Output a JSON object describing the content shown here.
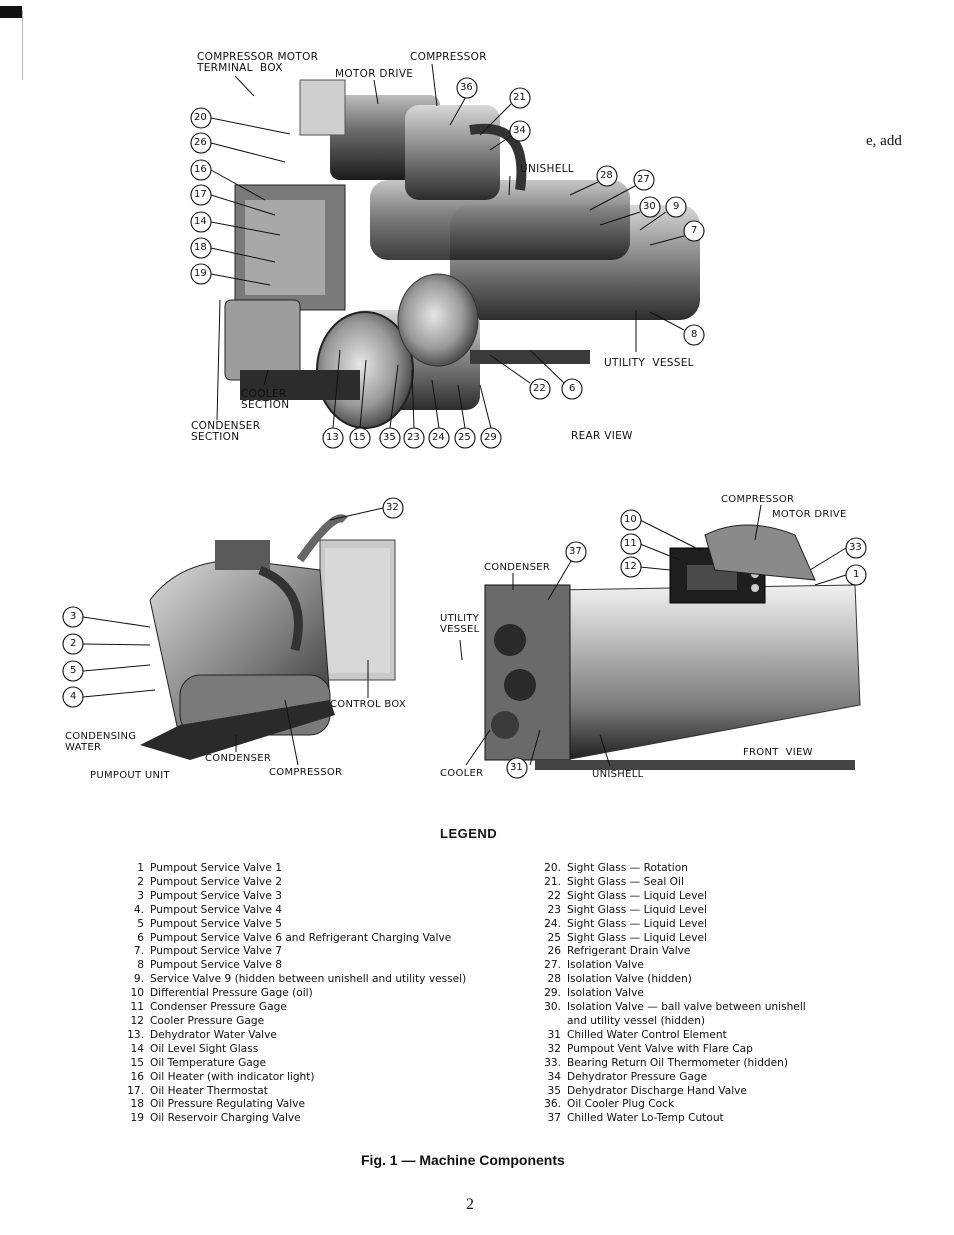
{
  "figure_1": {
    "labels": {
      "compressor_motor_terminal_box": "COMPRESSOR MOTOR\nTERMINAL  BOX",
      "compressor": "COMPRESSOR",
      "motor_drive": "MOTOR DRIVE",
      "unishell": "UNISHELL",
      "utility_vessel": "UTILITY  VESSEL",
      "cooler_section": "COOLER\nSECTION",
      "condenser_section": "CONDENSER\nSECTION",
      "rear_view": "REAR VIEW"
    },
    "callouts": [
      "20",
      "26",
      "16",
      "17",
      "14",
      "18",
      "19",
      "36",
      "21",
      "34",
      "28",
      "27",
      "30",
      "9",
      "7",
      "8",
      "22",
      "6",
      "13",
      "15",
      "35",
      "23",
      "24",
      "25",
      "29"
    ]
  },
  "figure_2": {
    "labels": {
      "condensing_water": "CONDENSING\nWATER",
      "condenser": "CONDENSER",
      "pumpout_unit": "PUMPOUT UNIT",
      "compressor": "COMPRESSOR",
      "control_box": "CONTROL BOX"
    },
    "callouts": [
      "32",
      "3",
      "2",
      "5",
      "4"
    ]
  },
  "figure_3": {
    "labels": {
      "compressor": "COMPRESSOR",
      "motor_drive": "MOTOR DRIVE",
      "condenser": "CONDENSER",
      "utility_vessel": "UTILITY\nVESSEL",
      "cooler": "COOLER",
      "unishell": "UNISHELL",
      "front_view": "FRONT  VIEW"
    },
    "callouts": [
      "10",
      "11",
      "12",
      "37",
      "33",
      "1",
      "31"
    ]
  },
  "legend": {
    "title": "LEGEND",
    "left": [
      {
        "num": "1",
        "text": "Pumpout Service Valve 1"
      },
      {
        "num": "2",
        "text": "Pumpout Service Valve 2"
      },
      {
        "num": "3",
        "text": "Pumpout Service Valve 3"
      },
      {
        "num": "4.",
        "text": "Pumpout Service Valve 4"
      },
      {
        "num": "5",
        "text": "Pumpout Service Valve 5"
      },
      {
        "num": "6",
        "text": "Pumpout Service Valve 6 and Refrigerant Charging Valve"
      },
      {
        "num": "7.",
        "text": "Pumpout Service Valve 7"
      },
      {
        "num": "8",
        "text": "Pumpout Service Valve 8"
      },
      {
        "num": "9.",
        "text": "Service Valve 9 (hidden between unishell and utility vessel)"
      },
      {
        "num": "10",
        "text": "Differential Pressure Gage (oil)"
      },
      {
        "num": "11",
        "text": "Condenser Pressure Gage"
      },
      {
        "num": "12",
        "text": "Cooler Pressure Gage"
      },
      {
        "num": "13.",
        "text": "Dehydrator Water Valve"
      },
      {
        "num": "14",
        "text": "Oil Level Sight Glass"
      },
      {
        "num": "15",
        "text": "Oil Temperature Gage"
      },
      {
        "num": "16",
        "text": "Oil Heater (with indicator light)"
      },
      {
        "num": "17.",
        "text": "Oil Heater Thermostat"
      },
      {
        "num": "18",
        "text": "Oil Pressure Regulating Valve"
      },
      {
        "num": "19",
        "text": "Oil Reservoir Charging Valve"
      }
    ],
    "right": [
      {
        "num": "20.",
        "text": "Sight Glass — Rotation"
      },
      {
        "num": "21.",
        "text": "Sight Glass — Seal Oil"
      },
      {
        "num": "22",
        "text": "Sight Glass — Liquid Level"
      },
      {
        "num": "23",
        "text": "Sight Glass — Liquid Level"
      },
      {
        "num": "24.",
        "text": "Sight Glass — Liquid Level"
      },
      {
        "num": "25",
        "text": "Sight Glass — Liquid Level"
      },
      {
        "num": "26",
        "text": "Refrigerant Drain Valve"
      },
      {
        "num": "27.",
        "text": "Isolation Valve"
      },
      {
        "num": "28",
        "text": "Isolation Valve (hidden)"
      },
      {
        "num": "29.",
        "text": "Isolation Valve"
      },
      {
        "num": "30.",
        "text": "Isolation Valve — ball valve between unishell and utility vessel (hidden)"
      },
      {
        "num": "31",
        "text": "Chilled Water Control Element"
      },
      {
        "num": "32",
        "text": "Pumpout Vent Valve with Flare Cap"
      },
      {
        "num": "33.",
        "text": "Bearing Return Oil Thermometer (hidden)"
      },
      {
        "num": "34",
        "text": "Dehydrator Pressure Gage"
      },
      {
        "num": "35",
        "text": "Dehydrator Discharge Hand Valve"
      },
      {
        "num": "36.",
        "text": "Oil Cooler Plug Cock"
      },
      {
        "num": "37",
        "text": "Chilled Water Lo-Temp Cutout"
      }
    ]
  },
  "caption": "Fig. 1 — Machine Components",
  "page_number": "2",
  "margin_fragment": "e, add"
}
